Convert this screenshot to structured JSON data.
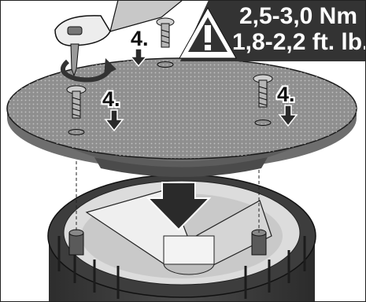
{
  "torque": {
    "metric": "2,5-3,0 Nm",
    "imperial": "1,8-2,2 ft. lb."
  },
  "steps": {
    "top": "4.",
    "left": "4.",
    "right": "4."
  },
  "colors": {
    "warning_banner": "#333333",
    "cover": "#8d8d8d",
    "cover_dots": "#bdbdbd",
    "base": "#3b3b3b",
    "inner": "#e2e2e2",
    "arrow": "#2a2a2a"
  },
  "icons": [
    "warning-triangle-icon",
    "torque-wrench-icon",
    "screw-icon",
    "down-arrow-icon",
    "rotation-arrow-icon"
  ]
}
